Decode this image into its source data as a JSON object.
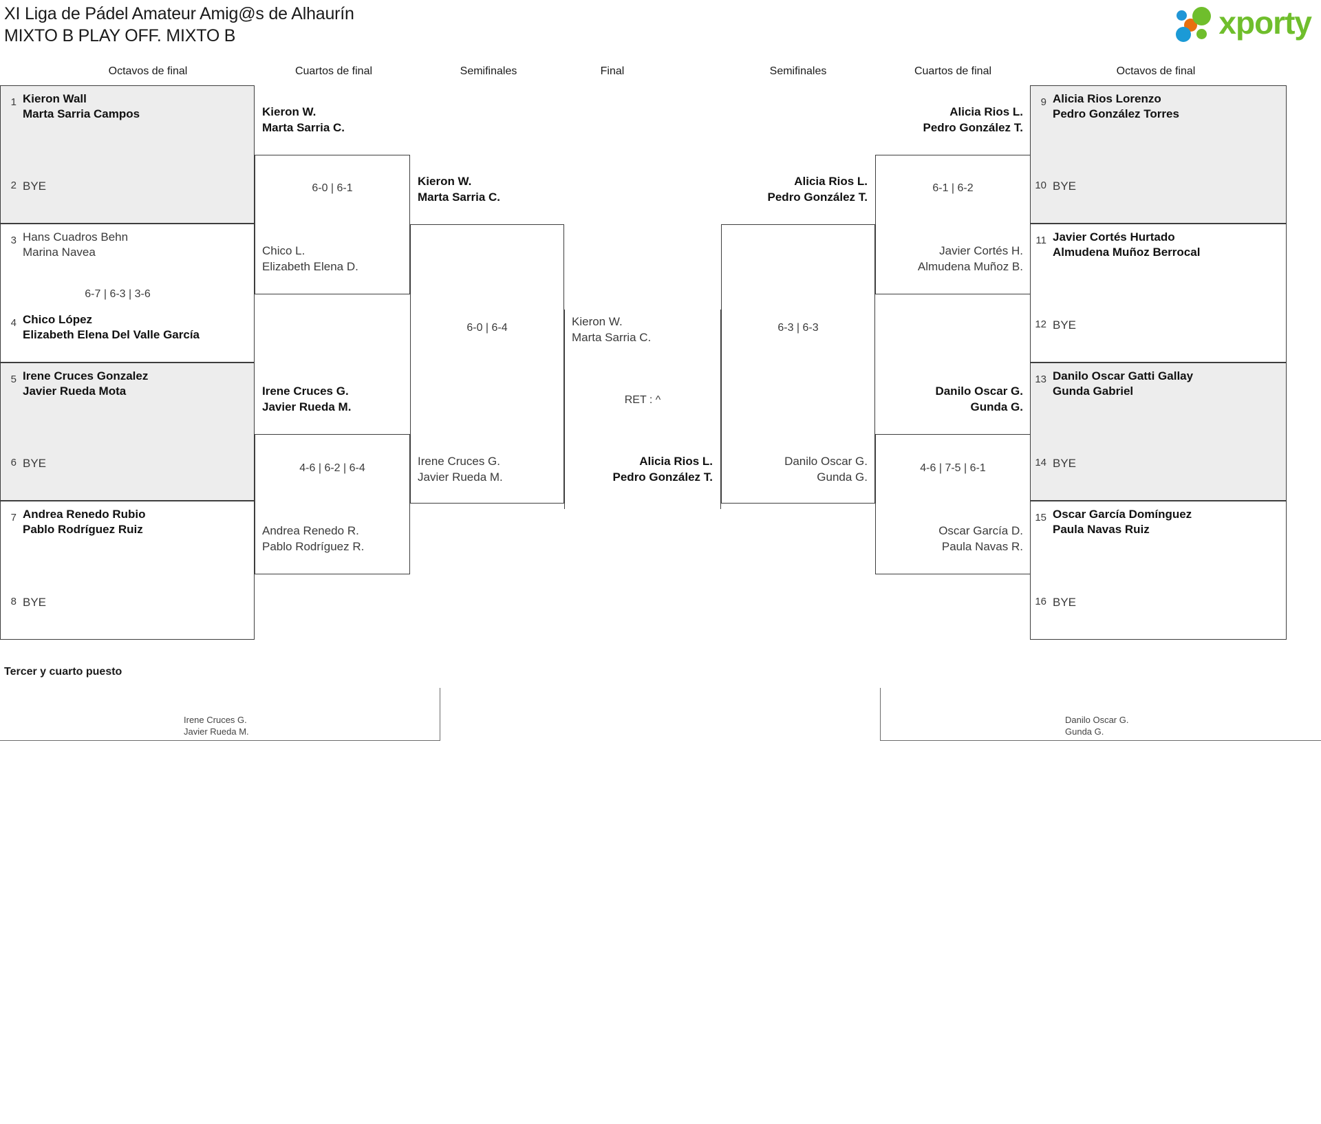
{
  "header": {
    "title_line1": "XI Liga de Pádel Amateur Amig@s de Alhaurín",
    "title_line2": "MIXTO B PLAY OFF. MIXTO B",
    "logo_text": "xporty"
  },
  "round_labels": {
    "left_r16": "Octavos de final",
    "left_qf": "Cuartos de final",
    "left_sf": "Semifinales",
    "final": "Final",
    "right_sf": "Semifinales",
    "right_qf": "Cuartos de final",
    "right_r16": "Octavos de final"
  },
  "left_r16": [
    {
      "shaded": true,
      "top": {
        "seed": "1",
        "line1": "Kieron Wall",
        "line2": "Marta Sarria Campos",
        "winner": true
      },
      "bottom": {
        "seed": "2",
        "bye": "BYE"
      },
      "score": ""
    },
    {
      "shaded": false,
      "top": {
        "seed": "3",
        "line1": "Hans Cuadros Behn",
        "line2": "Marina Navea",
        "winner": false
      },
      "bottom": {
        "seed": "4",
        "line1": "Chico López",
        "line2": "Elizabeth Elena Del Valle García",
        "winner": true
      },
      "score": "6-7 | 6-3 | 3-6"
    },
    {
      "shaded": true,
      "top": {
        "seed": "5",
        "line1": "Irene Cruces Gonzalez",
        "line2": "Javier Rueda Mota",
        "winner": true
      },
      "bottom": {
        "seed": "6",
        "bye": "BYE"
      },
      "score": ""
    },
    {
      "shaded": false,
      "top": {
        "seed": "7",
        "line1": "Andrea Renedo Rubio",
        "line2": "Pablo Rodríguez Ruiz",
        "winner": true
      },
      "bottom": {
        "seed": "8",
        "bye": "BYE"
      },
      "score": ""
    }
  ],
  "right_r16": [
    {
      "shaded": true,
      "top": {
        "seed": "9",
        "line1": "Alicia Rios Lorenzo",
        "line2": "Pedro González Torres",
        "winner": true
      },
      "bottom": {
        "seed": "10",
        "bye": "BYE"
      },
      "score": ""
    },
    {
      "shaded": false,
      "top": {
        "seed": "11",
        "line1": "Javier Cortés Hurtado",
        "line2": "Almudena Muñoz Berrocal",
        "winner": true
      },
      "bottom": {
        "seed": "12",
        "bye": "BYE"
      },
      "score": ""
    },
    {
      "shaded": true,
      "top": {
        "seed": "13",
        "line1": "Danilo Oscar Gatti Gallay",
        "line2": "Gunda Gabriel",
        "winner": true
      },
      "bottom": {
        "seed": "14",
        "bye": "BYE"
      },
      "score": ""
    },
    {
      "shaded": false,
      "top": {
        "seed": "15",
        "line1": "Oscar García Domínguez",
        "line2": "Paula Navas Ruiz",
        "winner": true
      },
      "bottom": {
        "seed": "16",
        "bye": "BYE"
      },
      "score": ""
    }
  ],
  "left_qf": [
    {
      "top": {
        "line1": "Kieron W.",
        "line2": "Marta Sarria C.",
        "winner": true
      },
      "bottom": {
        "line1": "Chico L.",
        "line2": "Elizabeth Elena D.",
        "winner": false
      },
      "score": "6-0 | 6-1"
    },
    {
      "top": {
        "line1": "Irene Cruces G.",
        "line2": "Javier Rueda M.",
        "winner": true
      },
      "bottom": {
        "line1": "Andrea Renedo R.",
        "line2": "Pablo Rodríguez R.",
        "winner": false
      },
      "score": "4-6 | 6-2 | 6-4"
    }
  ],
  "right_qf": [
    {
      "top": {
        "line1": "Alicia Rios L.",
        "line2": "Pedro González T.",
        "winner": true
      },
      "bottom": {
        "line1": "Javier Cortés H.",
        "line2": "Almudena Muñoz B.",
        "winner": false
      },
      "score": "6-1 | 6-2"
    },
    {
      "top": {
        "line1": "Danilo Oscar G.",
        "line2": "Gunda G.",
        "winner": true
      },
      "bottom": {
        "line1": "Oscar García D.",
        "line2": "Paula Navas R.",
        "winner": false
      },
      "score": "4-6 | 7-5 | 6-1"
    }
  ],
  "left_sf": {
    "top": {
      "line1": "Kieron W.",
      "line2": "Marta Sarria C.",
      "winner": true
    },
    "bottom": {
      "line1": "Irene Cruces G.",
      "line2": "Javier Rueda M.",
      "winner": false
    },
    "score": "6-0 | 6-4"
  },
  "right_sf": {
    "top": {
      "line1": "Alicia Rios L.",
      "line2": "Pedro González T.",
      "winner": true
    },
    "bottom": {
      "line1": "Danilo Oscar G.",
      "line2": "Gunda G.",
      "winner": false
    },
    "score": "6-3 | 6-3"
  },
  "final": {
    "top": {
      "line1": "Kieron W.",
      "line2": "Marta Sarria C.",
      "winner": false
    },
    "bottom": {
      "line1": "Alicia Rios L.",
      "line2": "Pedro González T.",
      "winner": true
    },
    "score": "RET : ^"
  },
  "third_place": {
    "label": "Tercer y cuarto puesto",
    "left": {
      "line1": "Irene Cruces G.",
      "line2": "Javier Rueda M."
    },
    "right": {
      "line1": "Danilo Oscar G.",
      "line2": "Gunda G."
    }
  },
  "colors": {
    "brand_green": "#6fbe2c",
    "brand_blue": "#1b9ad6",
    "brand_orange": "#e8700f",
    "shaded_row": "#ededed",
    "border": "#3d3d3d"
  }
}
